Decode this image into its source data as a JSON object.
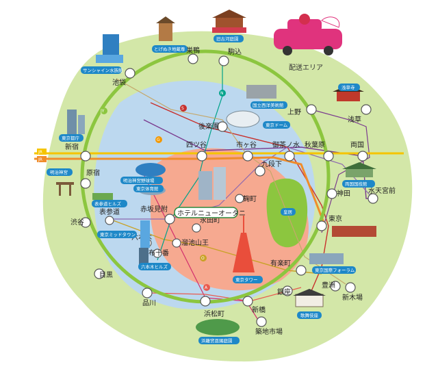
{
  "colors": {
    "outer_area": "#d3e7a8",
    "blue_area": "#bcd8ef",
    "pink_area": "#f6a990",
    "yamanote": "#8cc63f",
    "chuo": "#f08c2b",
    "sobu": "#f5c400",
    "red_line": "#c8302c",
    "purple_line": "#7a3a8e",
    "landmark_label_bg": "#1e88c8",
    "delivery_car": "#e0337d"
  },
  "delivery_area_label": "配送エリア",
  "hotel_label": "ホテルニューオータニ",
  "line_marks": {
    "jr_top": "JR",
    "jr_bottom": "JR",
    "jy": "JY",
    "g": "G",
    "a": "A",
    "o": "O",
    "n": "N",
    "s": "S"
  },
  "stations": {
    "sugamo": "巣鴨",
    "komagome": "駒込",
    "ikebukuro": "池袋",
    "uguisudani": "上野",
    "asakusa": "浅草",
    "korakuen": "後楽園",
    "shinjuku": "新宿",
    "yotsuya": "四ツ谷",
    "ichigaya": "市ヶ谷",
    "ochanomizu": "御茶ノ水",
    "akihabara": "秋葉原",
    "ryogoku": "両国",
    "kudanshita": "九段下",
    "kojimachi": "麹町",
    "harajuku": "原宿",
    "akasakamitsuke": "赤坂見附",
    "kanda": "神田",
    "suitengumae": "水天宮前",
    "shibuya": "渋谷",
    "omotesando": "表参道",
    "nagatacho": "永田町",
    "tokyo": "東京",
    "roppongi": "六本木",
    "azabujuban": "麻布十番",
    "tameikesanno": "溜池山王",
    "yurakucho": "有楽町",
    "meguro": "目黒",
    "ginza": "銀座",
    "toyosu": "豊洲",
    "shinkiba": "新木場",
    "shinagawa": "品川",
    "hamamatsucho": "浜松町",
    "shimbashi": "新橋",
    "tsukijishijo": "築地市場"
  },
  "landmarks": {
    "sunshine": "サンシャイン水族館",
    "togenuki": "とげぬき地蔵尊",
    "kyufurukawa": "旧古河庭園",
    "sensoji": "浅草寺",
    "seiyo": "国立西洋美術館",
    "dome": "東京ドーム",
    "tocho": "東京都庁",
    "meijijingu": "明治神宮",
    "jingu_stadium": "明治神宮野球場",
    "taiikukan": "東京体育館",
    "ryogoku_kokugikan": "両国国技館",
    "omotesando_hills": "表参道ヒルズ",
    "midtown": "東京ミッドタウン",
    "roppongi_hills": "六本木ヒルズ",
    "kokyo": "皇居",
    "tower": "東京タワー",
    "forum": "東京国際フォーラム",
    "kabukiza": "歌舞伎座",
    "hamarikyu": "浜離宮恩賜庭園"
  }
}
